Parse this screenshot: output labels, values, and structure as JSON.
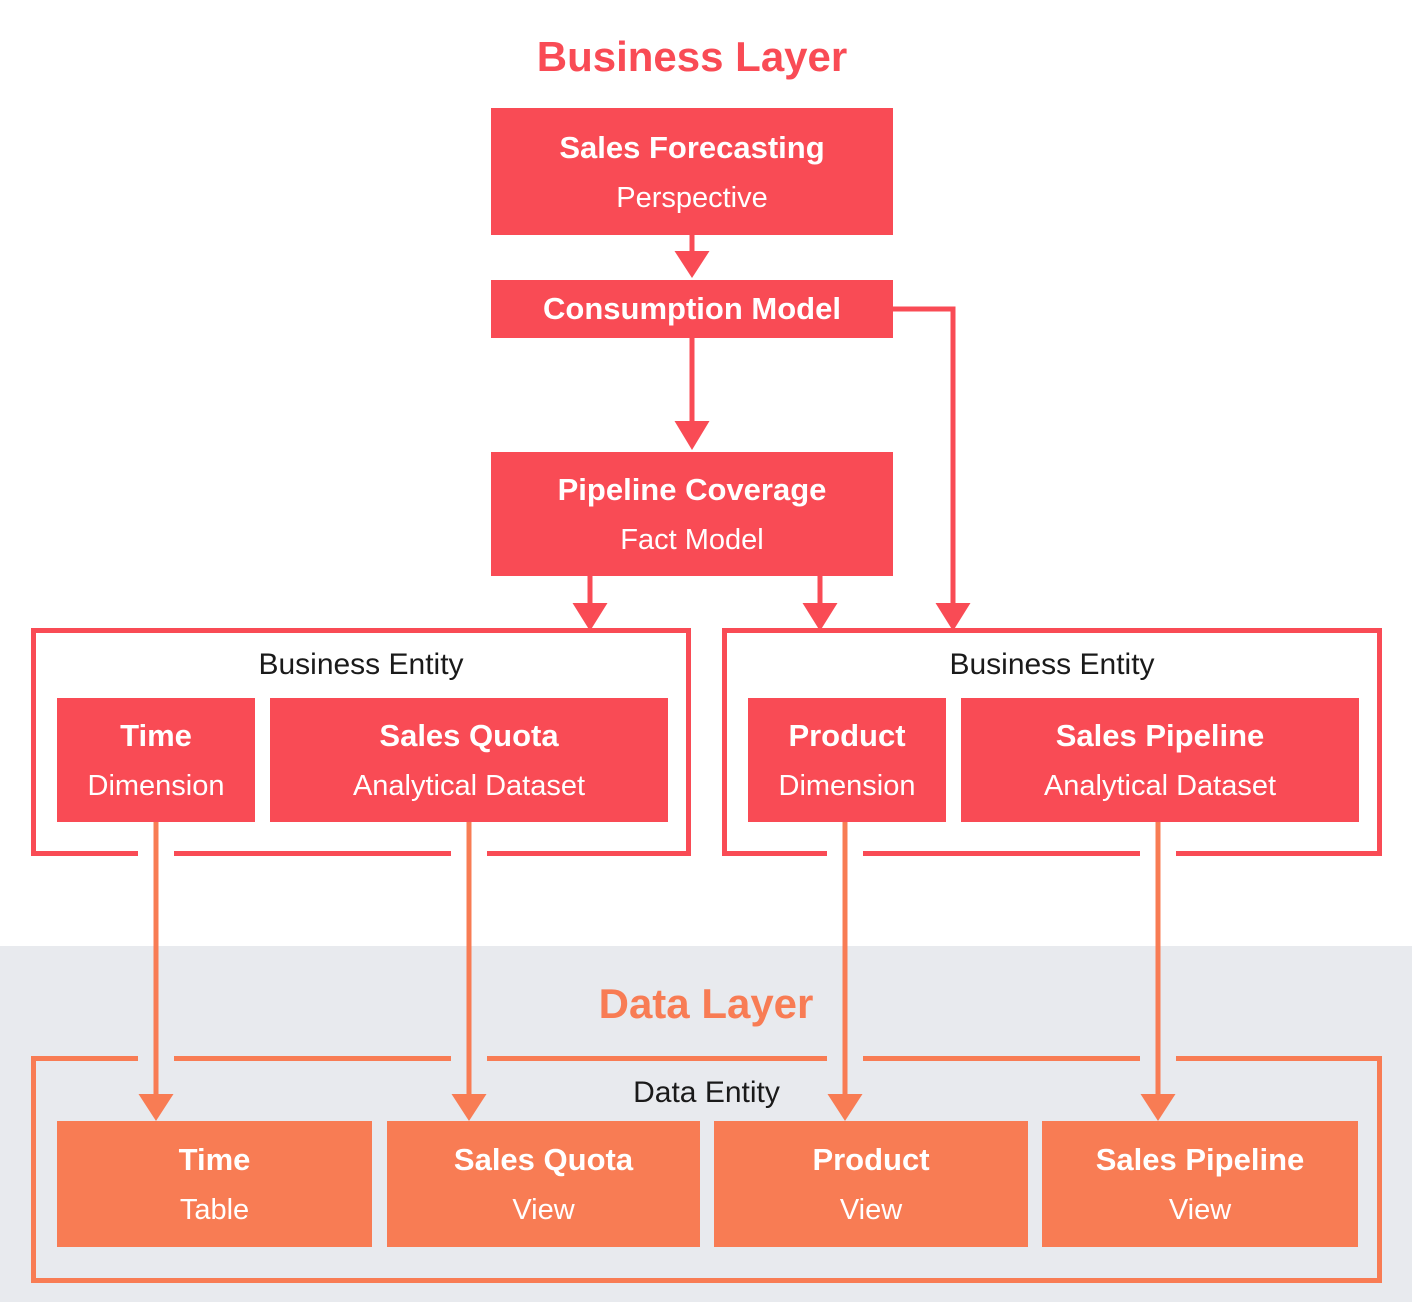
{
  "colors": {
    "red": "#F94B55",
    "orange": "#F87C54",
    "band": "#E8EAEE",
    "ink": "#1A1A1A",
    "paper": "#FFFFFF"
  },
  "business_layer": {
    "title": "Business Layer",
    "nodes": {
      "sales_forecasting": {
        "title": "Sales Forecasting",
        "subtitle": "Perspective"
      },
      "consumption_model": {
        "title": "Consumption Model"
      },
      "pipeline_coverage": {
        "title": "Pipeline Coverage",
        "subtitle": "Fact Model"
      }
    },
    "entities": [
      {
        "label": "Business Entity",
        "boxes": [
          {
            "title": "Time",
            "subtitle": "Dimension"
          },
          {
            "title": "Sales Quota",
            "subtitle": "Analytical Dataset"
          }
        ]
      },
      {
        "label": "Business Entity",
        "boxes": [
          {
            "title": "Product",
            "subtitle": "Dimension"
          },
          {
            "title": "Sales Pipeline",
            "subtitle": "Analytical Dataset"
          }
        ]
      }
    ]
  },
  "data_layer": {
    "title": "Data Layer",
    "entity": {
      "label": "Data Entity",
      "boxes": [
        {
          "title": "Time",
          "subtitle": "Table"
        },
        {
          "title": "Sales Quota",
          "subtitle": "View"
        },
        {
          "title": "Product",
          "subtitle": "View"
        },
        {
          "title": "Sales Pipeline",
          "subtitle": "View"
        }
      ]
    }
  }
}
